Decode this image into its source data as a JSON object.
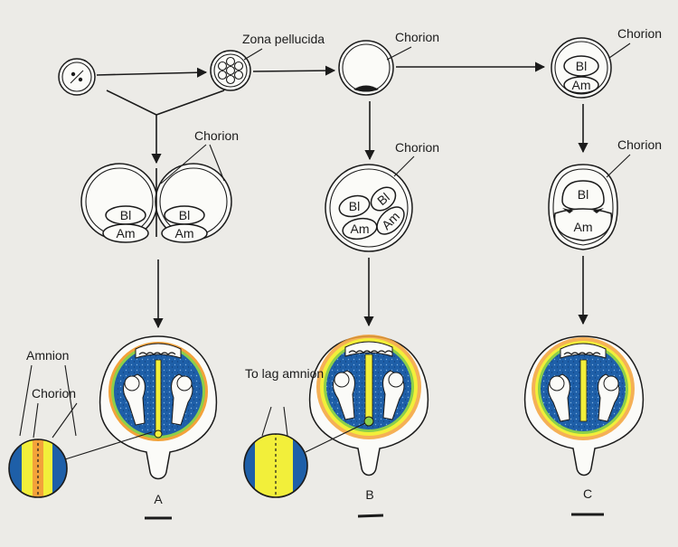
{
  "labels": {
    "zona_pellucida": "Zona pellucida",
    "chorion": "Chorion",
    "amnion": "Amnion",
    "to_lag_amnion": "To lag amnion",
    "bl": "Bl",
    "am": "Am"
  },
  "panels": {
    "a": "A",
    "b": "B",
    "c": "C"
  },
  "colors": {
    "background": "#ecebe7",
    "sac_blue": "#1e5fa8",
    "layer_yellow": "#f2ef3a",
    "layer_green": "#8ccf4a",
    "layer_orange": "#f3a23a",
    "line": "#1b1b1b"
  }
}
